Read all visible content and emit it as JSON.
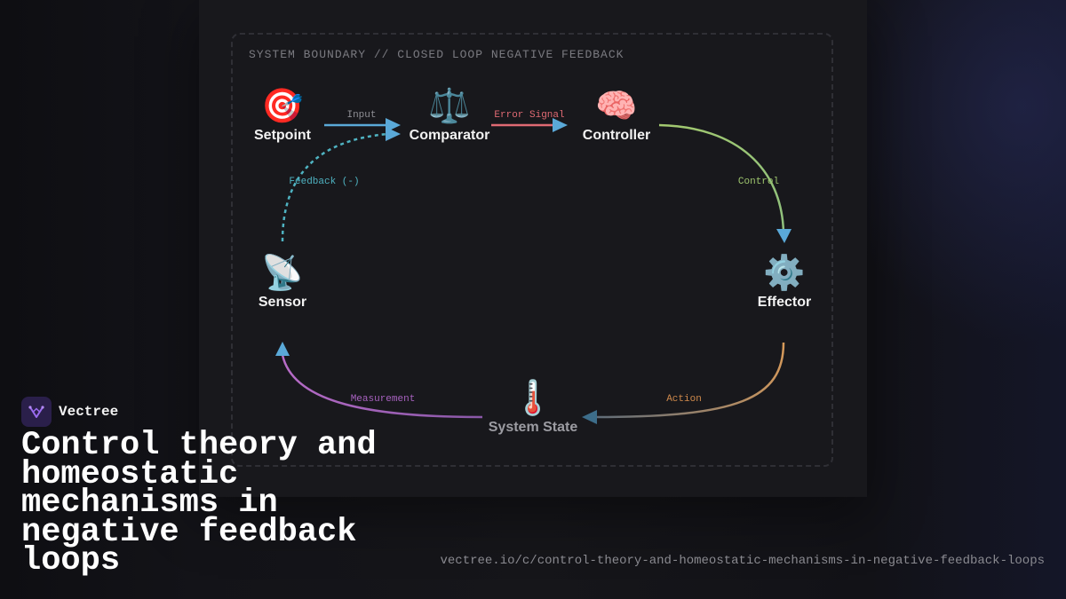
{
  "diagram": {
    "boundary_label": "SYSTEM BOUNDARY // CLOSED LOOP NEGATIVE FEEDBACK",
    "nodes": {
      "setpoint": {
        "label": "Setpoint",
        "icon": "🎯",
        "icon_name": "target-icon"
      },
      "comparator": {
        "label": "Comparator",
        "icon": "⚖️",
        "icon_name": "balance-scale-icon"
      },
      "controller": {
        "label": "Controller",
        "icon": "🧠",
        "icon_name": "brain-icon"
      },
      "effector": {
        "label": "Effector",
        "icon": "⚙️",
        "icon_name": "gear-icon"
      },
      "system_state": {
        "label": "System State",
        "icon": "🌡️",
        "icon_name": "thermometer-icon"
      },
      "sensor": {
        "label": "Sensor",
        "icon": "📡",
        "icon_name": "satellite-antenna-icon"
      }
    },
    "edges": {
      "input": {
        "label": "Input",
        "color": "#5aa9d8"
      },
      "error_signal": {
        "label": "Error Signal",
        "color": "#e06a73"
      },
      "control": {
        "label": "Control",
        "color": "#9dc46d"
      },
      "action": {
        "label": "Action",
        "color": "#d08a4c"
      },
      "measurement": {
        "label": "Measurement",
        "color": "#a862c0"
      },
      "feedback": {
        "label": "Feedback (-)",
        "color": "#4fb3c2"
      }
    }
  },
  "brand": {
    "name": "Vectree",
    "accent": "#8b5cf6"
  },
  "headline": "Control theory and homeostatic mechanisms in negative feedback loops",
  "url": "vectree.io/c/control-theory-and-homeostatic-mechanisms-in-negative-feedback-loops"
}
